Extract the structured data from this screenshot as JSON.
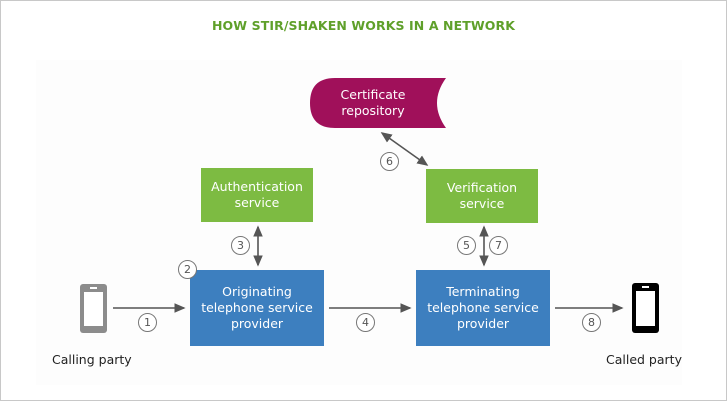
{
  "title": "HOW STIR/SHAKEN WORKS IN A NETWORK",
  "colors": {
    "title": "#5fa02a",
    "service_box": "#7dbb42",
    "provider_box": "#3d7fbf",
    "repository": "#a0105a",
    "arrow": "#555555"
  },
  "nodes": {
    "repository": "Certificate\nrepository",
    "authentication": "Authentication\nservice",
    "verification": "Verification\nservice",
    "originating": "Originating\ntelephone service\nprovider",
    "terminating": "Terminating\ntelephone service\nprovider",
    "calling_party": "Calling party",
    "called_party": "Called party"
  },
  "steps": [
    "1",
    "2",
    "3",
    "4",
    "5",
    "6",
    "7",
    "8"
  ],
  "icons": {
    "calling_device": "smartphone-icon",
    "called_device": "smartphone-icon"
  }
}
